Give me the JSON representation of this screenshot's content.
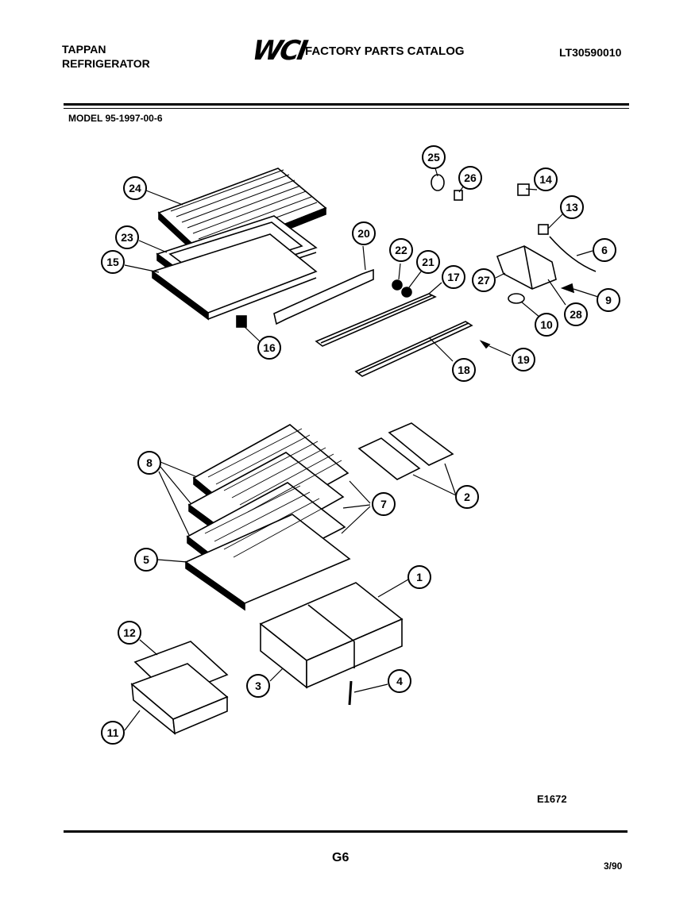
{
  "header": {
    "brand_line1": "TAPPAN",
    "brand_line2": "REFRIGERATOR",
    "logo_text": "WCI",
    "catalog_title": "FACTORY PARTS CATALOG",
    "catalog_number": "LT30590010"
  },
  "model_label": "MODEL 95-1997-00-6",
  "figure_code": "E1672",
  "page_code": "G6",
  "date_code": "3/90",
  "callouts": [
    "24",
    "23",
    "15",
    "16",
    "20",
    "22",
    "21",
    "17",
    "18",
    "19",
    "25",
    "26",
    "14",
    "13",
    "6",
    "27",
    "9",
    "10",
    "28",
    "8",
    "7",
    "5",
    "2",
    "1",
    "12",
    "11",
    "3",
    "4"
  ]
}
